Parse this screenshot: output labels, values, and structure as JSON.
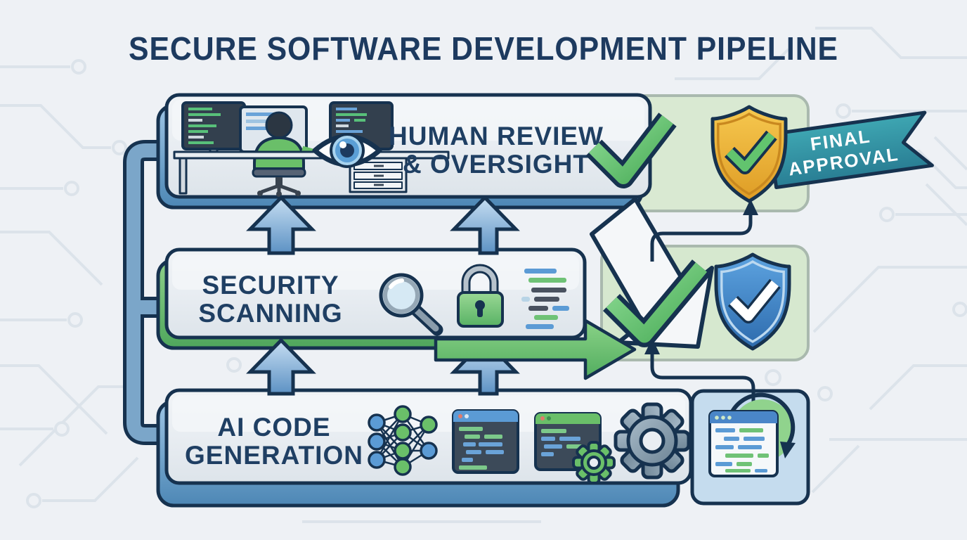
{
  "title": "SECURE SOFTWARE DEVELOPMENT PIPELINE",
  "bands": {
    "human_review": {
      "line1": "HUMAN REVIEW",
      "line2": "& OVERSIGHT"
    },
    "security_scanning": {
      "line1": "SECURITY",
      "line2": "SCANNING"
    },
    "ai_code_generation": {
      "line1": "AI CODE",
      "line2": "GENERATION"
    }
  },
  "ribbon": {
    "line1": "FINAL",
    "line2": "APPROVAL"
  },
  "icons": {
    "human_review_band": [
      "developer-workstation-icon",
      "eye-icon",
      "checkmark-icon"
    ],
    "approval_panel": [
      "shield-check-gold-icon",
      "final-approval-ribbon"
    ],
    "security_band": [
      "magnifier-icon",
      "padlock-icon",
      "code-lines-icon",
      "checkmark-icon"
    ],
    "scan_panel": [
      "shield-check-blue-icon"
    ],
    "ai_band": [
      "neural-network-icon",
      "code-window-icon",
      "code-window-gear-icon",
      "gear-icon"
    ],
    "output_panel": [
      "browser-refresh-icon"
    ]
  },
  "colors": {
    "background": "#eef1f5",
    "navy_outline": "#16324f",
    "title_navy": "#1d3a5f",
    "band_fill": "#e9edf2",
    "green": "#6abf69",
    "blue": "#5b9bd5",
    "steel_arrow_blue": "#6f9cc6",
    "gold_shield": "#edab33",
    "teal_ribbon": "#31919e",
    "panel_green": "#d9e9d2",
    "panel_blue": "#c5dcee"
  }
}
